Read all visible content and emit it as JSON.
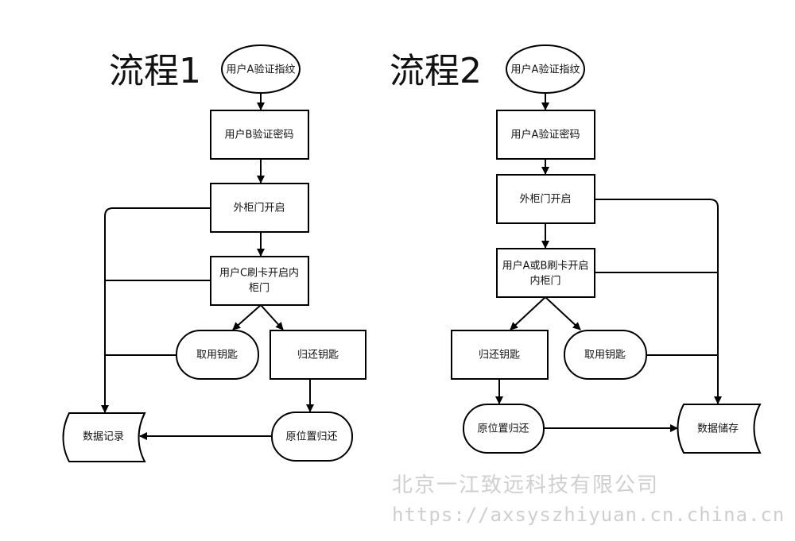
{
  "flow1": {
    "title": "流程1",
    "start": "用户A验证指纹",
    "step_password": "用户B验证密码",
    "step_outer_door": "外柜门开启",
    "step_inner_door_line1": "用户C刷卡开启内",
    "step_inner_door_line2": "柜门",
    "take_key": "取用钥匙",
    "return_key": "归还钥匙",
    "return_in_place": "原位置归还",
    "data_record": "数据记录"
  },
  "flow2": {
    "title": "流程2",
    "start": "用户A验证指纹",
    "step_password": "用户A验证密码",
    "step_outer_door": "外柜门开启",
    "step_inner_door_line1": "用户A或B刷卡开启",
    "step_inner_door_line2": "内柜门",
    "return_key": "归还钥匙",
    "take_key": "取用钥匙",
    "return_in_place": "原位置归还",
    "data_storage": "数据储存"
  },
  "watermark": {
    "company": "北京一江致远科技有限公司",
    "url": "https://axsyszhiyuan.cn.china.cn"
  }
}
